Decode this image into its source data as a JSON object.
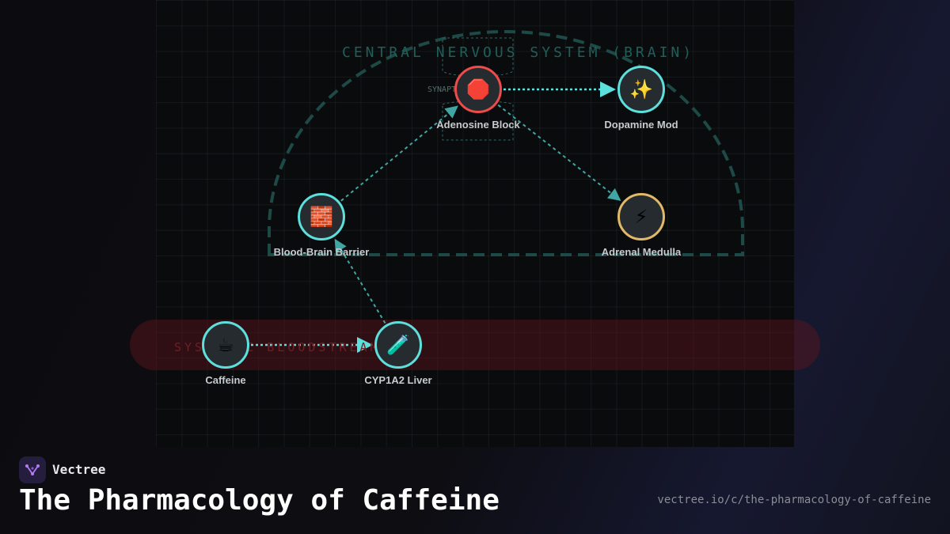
{
  "diagram": {
    "zones": {
      "cns": "CENTRAL NERVOUS SYSTEM (BRAIN)",
      "bloodstream": "SYSTEMIC BLOODSTREAM",
      "synapse": "SYNAPTIC"
    },
    "nodes": [
      {
        "id": "caffeine",
        "label": "Caffeine",
        "icon": "coffee-icon",
        "glyph": "☕",
        "border": "#5de0dc"
      },
      {
        "id": "liver",
        "label": "CYP1A2 Liver",
        "icon": "test-tube-icon",
        "glyph": "🧪",
        "border": "#5de0dc"
      },
      {
        "id": "bbb",
        "label": "Blood-Brain Barrier",
        "icon": "brick-wall-icon",
        "glyph": "🧱",
        "border": "#5de0dc"
      },
      {
        "id": "adenosine",
        "label": "Adenosine Block",
        "icon": "stop-sign-icon",
        "glyph": "🛑",
        "border": "#ee4b4b"
      },
      {
        "id": "dopamine",
        "label": "Dopamine Mod",
        "icon": "sparkles-icon",
        "glyph": "✨",
        "border": "#5de0dc"
      },
      {
        "id": "adrenal",
        "label": "Adrenal Medulla",
        "icon": "lightning-icon",
        "glyph": "⚡",
        "border": "#e2b968"
      }
    ],
    "edges": [
      {
        "from": "caffeine",
        "to": "liver"
      },
      {
        "from": "liver",
        "to": "bbb"
      },
      {
        "from": "bbb",
        "to": "adenosine"
      },
      {
        "from": "adenosine",
        "to": "dopamine"
      },
      {
        "from": "adenosine",
        "to": "adrenal"
      }
    ]
  },
  "footer": {
    "brand": "Vectree",
    "title": "The Pharmacology of Caffeine",
    "url": "vectree.io/c/the-pharmacology-of-caffeine"
  },
  "colors": {
    "accent": "#5de0dc",
    "alert": "#ee4b4b",
    "warning": "#e2b968",
    "edge": "#3fa6a3"
  }
}
